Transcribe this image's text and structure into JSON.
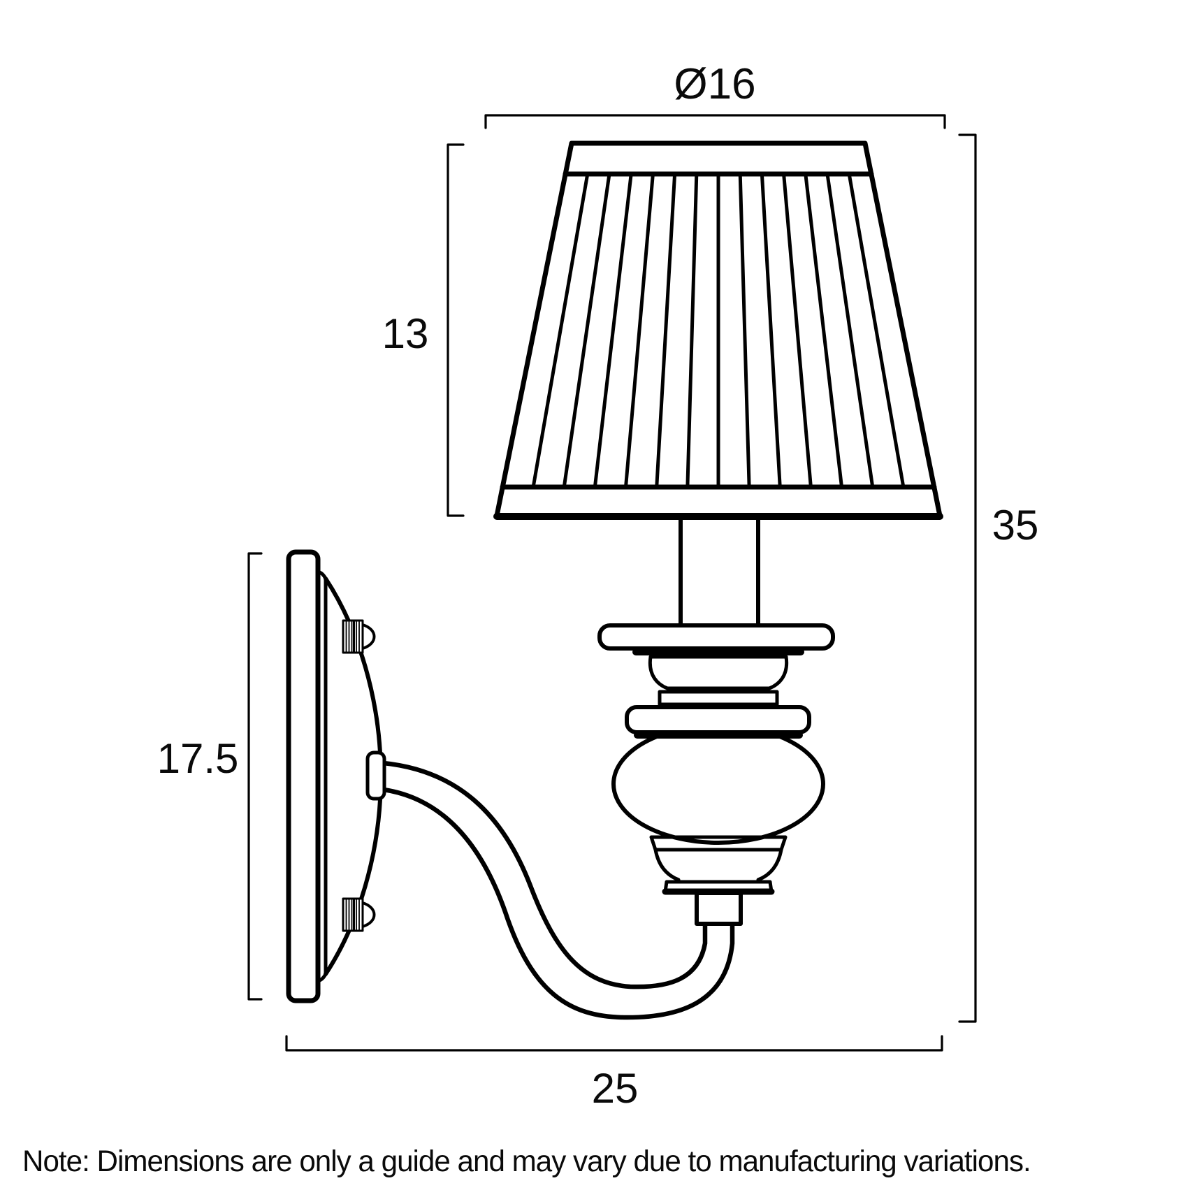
{
  "colors": {
    "background": "#ffffff",
    "line": "#000000",
    "text": "#0a0a0a"
  },
  "drawing": {
    "dimensions": {
      "shade_diameter": "Ø16",
      "shade_height": "13",
      "overall_height": "35",
      "backplate_height": "17.5",
      "projection_width": "25"
    },
    "note": "Note: Dimensions are only a guide and may vary due to manufacturing variations."
  }
}
